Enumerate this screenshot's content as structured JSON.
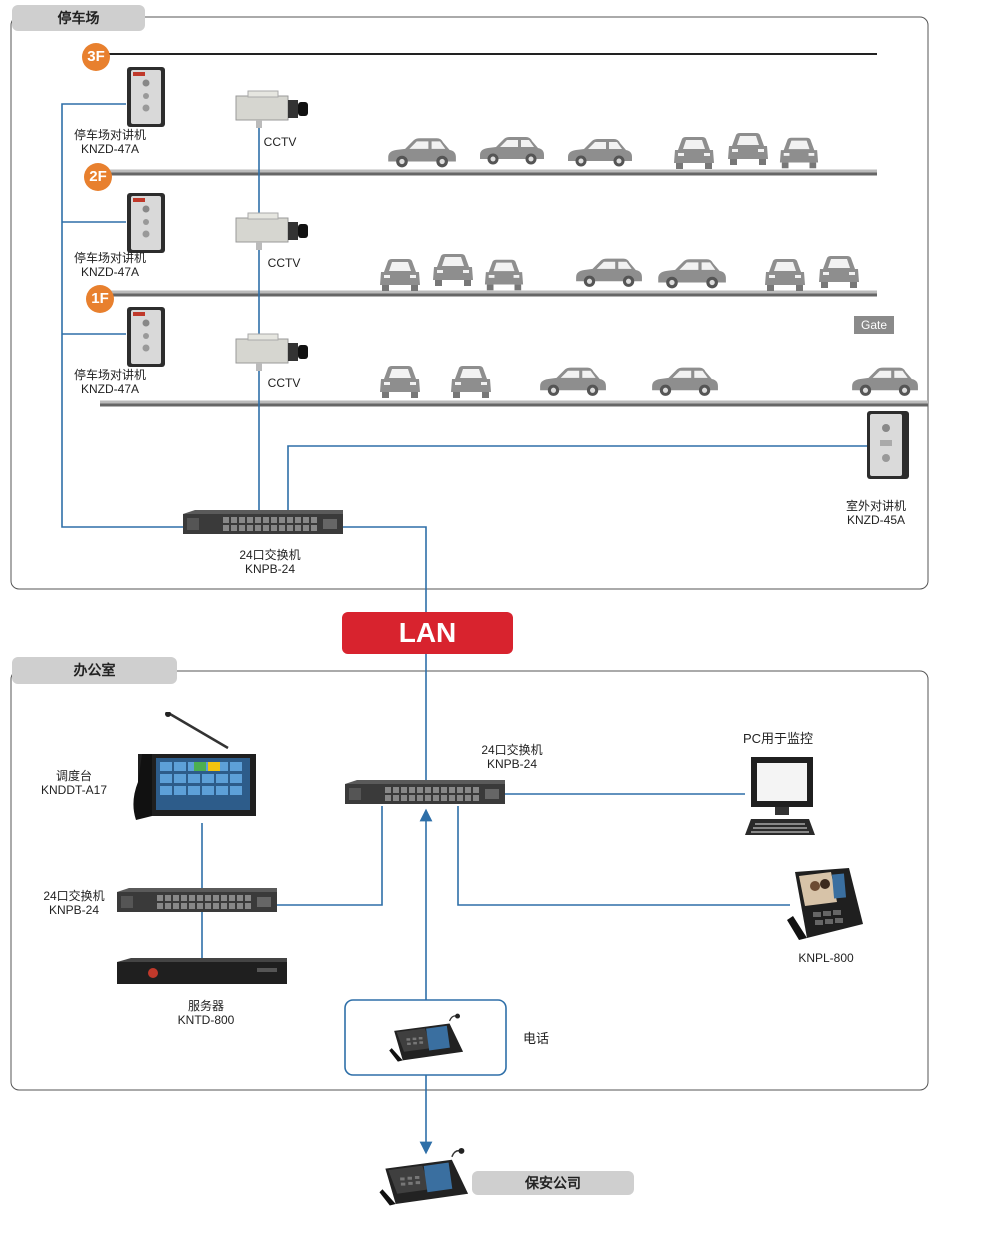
{
  "colors": {
    "link": "#2e6fa8",
    "lan": "#d8232e",
    "floor": "#e8802e",
    "tab": "#cfcfcf"
  },
  "parking": {
    "tab": "停车场",
    "floors": [
      {
        "badge": "3F",
        "intercom_name": "停车场对讲机",
        "intercom_model": "KNZD-47A",
        "camera": "CCTV"
      },
      {
        "badge": "2F",
        "intercom_name": "停车场对讲机",
        "intercom_model": "KNZD-47A",
        "camera": "CCTV"
      },
      {
        "badge": "1F",
        "intercom_name": "停车场对讲机",
        "intercom_model": "KNZD-47A",
        "camera": "CCTV"
      }
    ],
    "gate": "Gate",
    "outdoor": {
      "name": "室外对讲机",
      "model": "KNZD-45A"
    },
    "switch": {
      "name": "24口交换机",
      "model": "KNPB-24"
    }
  },
  "lan": "LAN",
  "office": {
    "tab": "办公室",
    "main_switch": {
      "name": "24口交换机",
      "model": "KNPB-24"
    },
    "console": {
      "name": "调度台",
      "model": "KNDDT-A17"
    },
    "switch2": {
      "name": "24口交换机",
      "model": "KNPB-24"
    },
    "server": {
      "name": "服务器",
      "model": "KNTD-800"
    },
    "pc": "PC用于监控",
    "videophone": "KNPL-800",
    "phone": "电话"
  },
  "security": "保安公司"
}
